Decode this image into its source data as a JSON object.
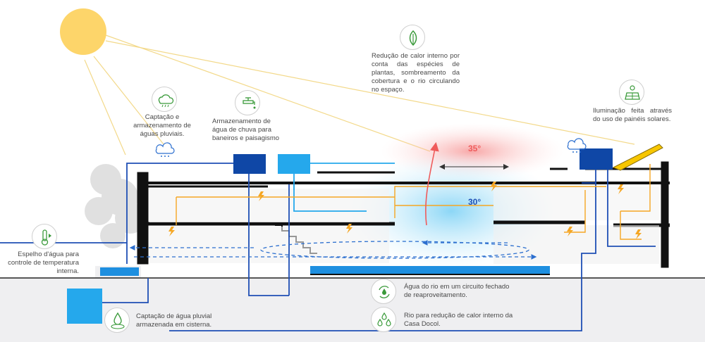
{
  "labels": {
    "plants_cooling": "Redução de calor interno por conta das espécies de plantas, sombreamento da cobertura e o rio circulando no espaço.",
    "rain_capture": "Captação e armazenamento de águas pluviais.",
    "rain_storage": "Armazenamento de água de chuva para baneiros e paisagismo",
    "solar_lighting": "Iluminação feita através do uso de painéis solares.",
    "mirror_water": "Espelho d'água para controle de temperatura interna.",
    "cistern": "Captação de água pluvial armazenada em cisterna.",
    "river_circuit": "Água do rio em um circuito fechado de reaproveitamento.",
    "river_cooling": "Rio para redução de calor interno da Casa Docol."
  },
  "temperatures": {
    "hot": "35°",
    "cool": "30°"
  },
  "icons": {
    "plants_cooling": "leaf-icon",
    "rain_capture": "cloud-rain-icon",
    "rain_storage": "faucet-icon",
    "solar_lighting": "solar-panel-icon",
    "mirror_water": "thermometer-icon",
    "cistern": "water-drop-ripple-icon",
    "river_circuit": "recycle-water-icon",
    "river_cooling": "water-drops-icon"
  },
  "colors": {
    "sun": "#fdd56a",
    "water_dark": "#0f47a6",
    "water_light": "#25a8ec",
    "rainwater": "#3a7bd5",
    "energy": "#f5a623",
    "heat": "#ef5b5b",
    "icon_green": "#3a9a3a"
  }
}
